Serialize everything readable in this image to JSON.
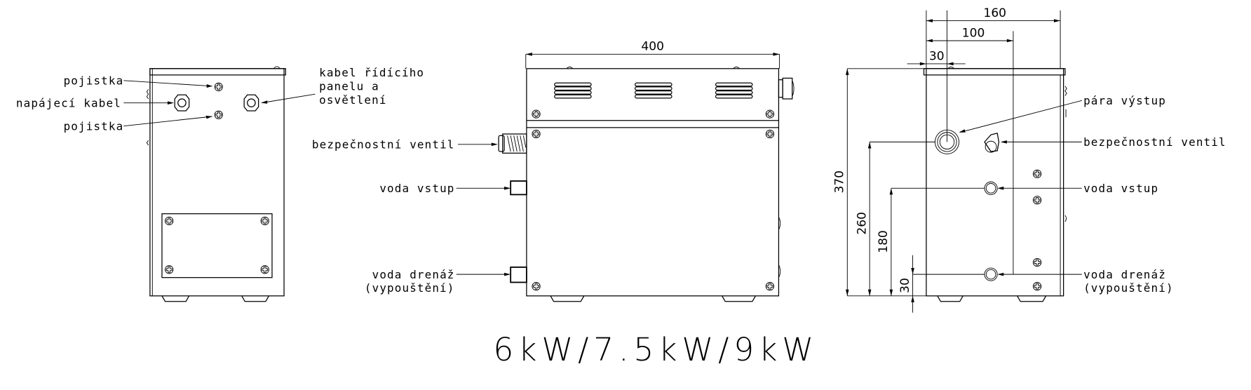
{
  "drawing": {
    "title": "6kW/7.5kW/9kW",
    "views": {
      "back_view": {
        "labels": {
          "fuse_top": "pojistka",
          "power_cable": "napájecí kabel",
          "fuse_bottom": "pojistka",
          "control_cable_line1": "kabel řídícího",
          "control_cable_line2": "panelu a",
          "control_cable_line3": "osvětlení"
        }
      },
      "front_view": {
        "dimensions": {
          "width": "400"
        },
        "labels": {
          "safety_valve": "bezpečnostní ventil",
          "water_inlet": "voda vstup",
          "water_drain_line1": "voda drenáž",
          "water_drain_line2": "(vypouštění)"
        }
      },
      "side_view": {
        "dimensions": {
          "total_width": "160",
          "offset_100": "100",
          "offset_30": "30",
          "height_370": "370",
          "height_260": "260",
          "height_180": "180",
          "height_30": "30"
        },
        "labels": {
          "steam_outlet": "pára výstup",
          "safety_valve": "bezpečnostní ventil",
          "water_inlet": "voda vstup",
          "water_drain_line1": "voda drenáž",
          "water_drain_line2": "(vypouštění)"
        }
      }
    }
  }
}
